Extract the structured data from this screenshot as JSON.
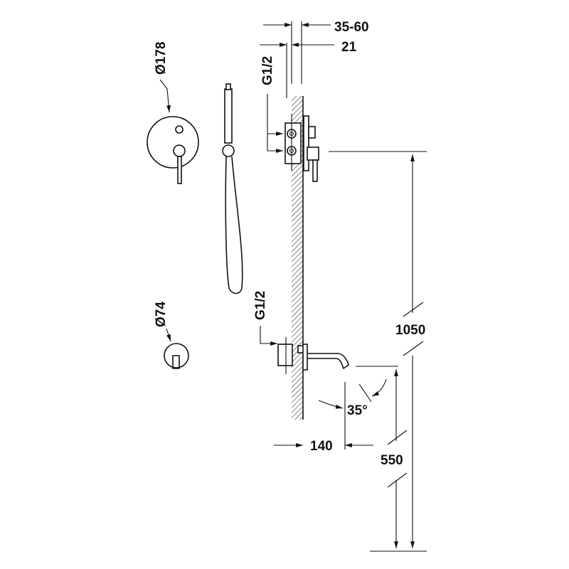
{
  "drawing": {
    "dimensions": {
      "wall_depth": "35-60",
      "plate_offset": "21",
      "valve_inlet_thread": "G1/2",
      "spout_inlet_thread": "G1/2",
      "valve_plate_diameter": "Ø178",
      "spout_plate_diameter": "Ø74",
      "valve_height": "1050",
      "spout_height": "550",
      "spout_projection": "140",
      "spout_angle": "35°"
    },
    "colors": {
      "line": "#111111",
      "background": "#ffffff"
    }
  }
}
